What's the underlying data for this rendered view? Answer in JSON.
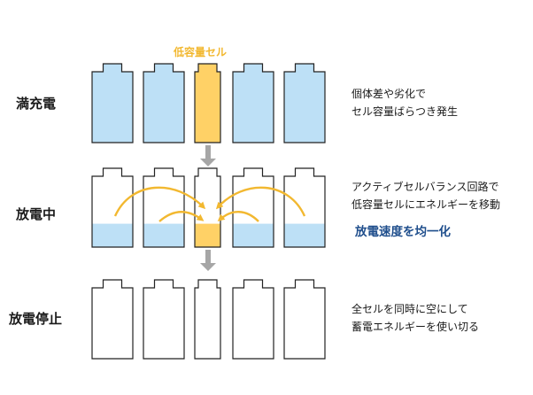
{
  "colors": {
    "full_cell": "#bde0f6",
    "low_cell": "#ffd166",
    "outline": "#222222",
    "arrow_flow": "#f2b830",
    "arrow_down": "#a6a6a6",
    "accent_text": "#1f4e8c"
  },
  "low_cell_label": "低容量セル",
  "rows": [
    {
      "label": "満充電",
      "desc": [
        "個体差や劣化で",
        "セル容量ばらつき発生"
      ],
      "levels": [
        1,
        1,
        1,
        1,
        1
      ],
      "highlight_index": 2
    },
    {
      "label": "放電中",
      "desc": [
        "アクティブセルバランス回路で",
        "低容量セルにエネルギーを移動"
      ],
      "accent": "放電速度を均一化",
      "levels": [
        0.33,
        0.33,
        0.33,
        0.33,
        0.33
      ],
      "highlight_index": 2
    },
    {
      "label": "放電停止",
      "desc": [
        "全セルを同時に空にして",
        "蓄電エネルギーを使い切る"
      ],
      "levels": [
        0,
        0,
        0,
        0,
        0
      ],
      "highlight_index": 2
    }
  ]
}
